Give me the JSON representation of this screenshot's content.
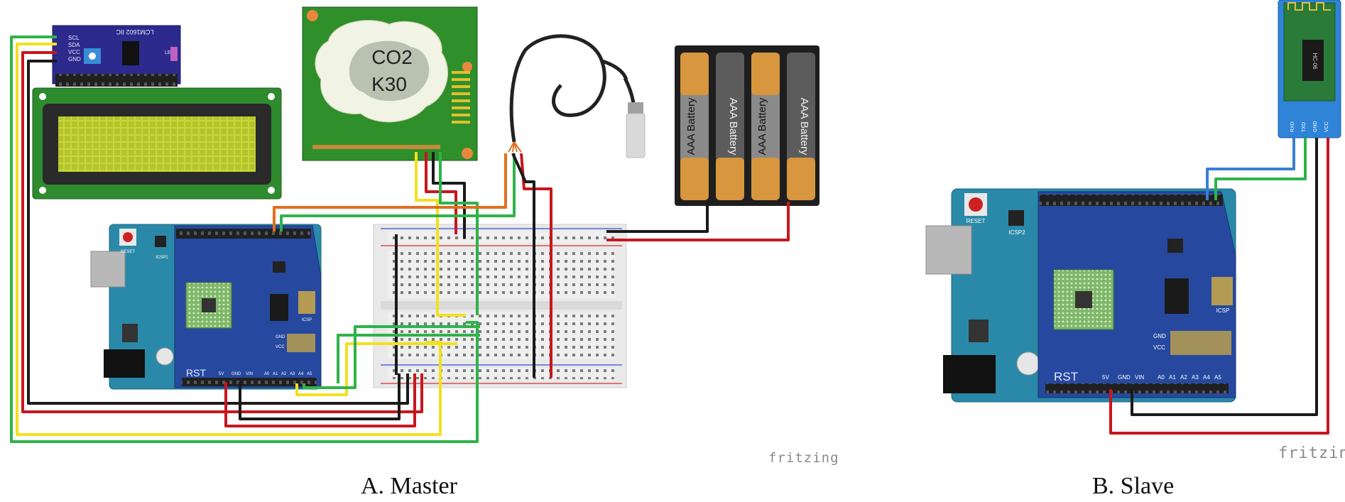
{
  "captions": {
    "master": "A. Master",
    "slave": "B. Slave"
  },
  "watermark": "fritzing",
  "co2_sensor": {
    "line1": "CO2",
    "line2": "K30"
  },
  "lcd_module": {
    "backpack_title": "LCM1602 IIC",
    "pins": [
      "SCL",
      "SDA",
      "VCC",
      "GND"
    ],
    "led_label": "LED"
  },
  "battery_pack": {
    "cell_label": "AAA Battery",
    "cells": 4
  },
  "bluetooth_module": {
    "name": "HC-06",
    "pins": [
      "RXD",
      "TXD",
      "GND",
      "VCC"
    ]
  },
  "arduino_board": {
    "reset_label": "RESET",
    "icsp_label": "ICSP2",
    "icsp_shield_label": "ICSP",
    "rst_label": "RST",
    "power_pins": [
      "5V",
      "GND",
      "VIN"
    ],
    "analog_pins": [
      "A0",
      "A1",
      "A2",
      "A3",
      "A4",
      "A5"
    ],
    "gnd_label": "GND",
    "vcc_label": "VCC"
  },
  "wire_colors": {
    "red": "#c8161d",
    "black": "#1a1a1a",
    "green": "#2fb34a",
    "yellow": "#f2e01f",
    "blue": "#3a7fd5",
    "orange": "#e07020"
  }
}
